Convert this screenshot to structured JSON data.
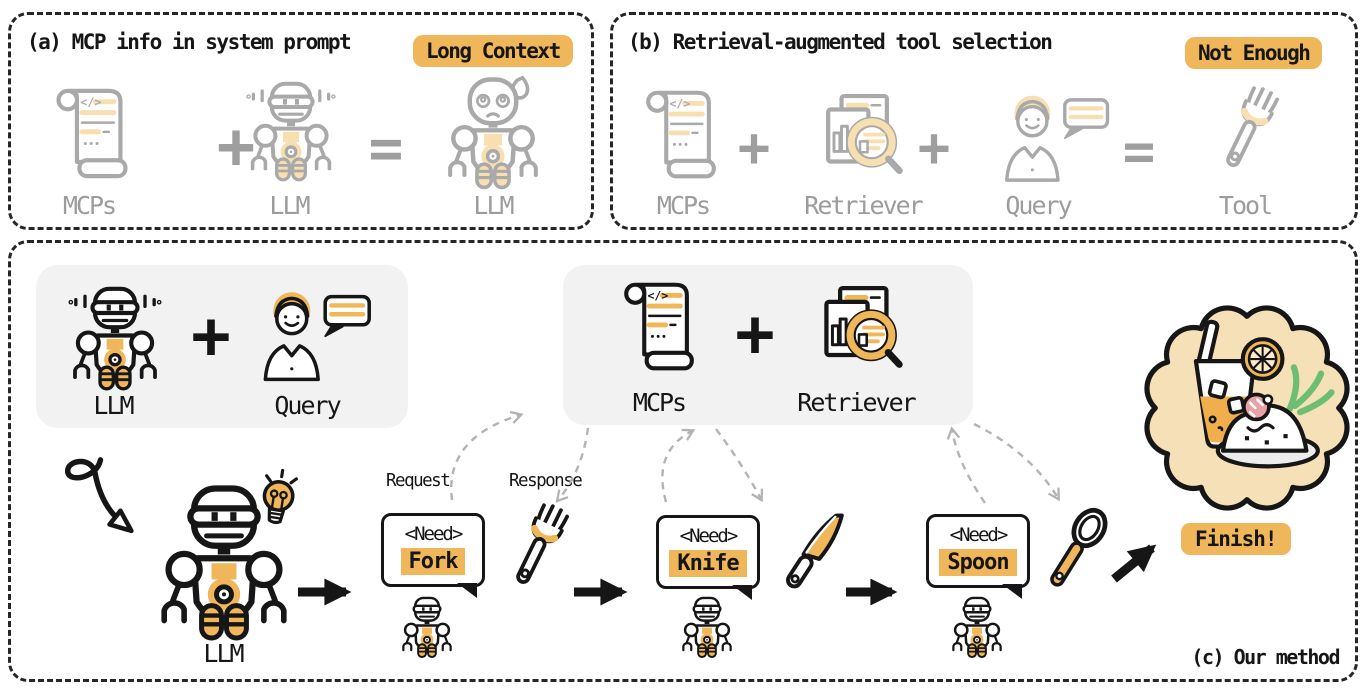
{
  "colors": {
    "accent": "#EFB65A",
    "accent_light": "#F7DFB2",
    "gray_icon": "#A9A9A9",
    "gray_label": "#9C9C9C",
    "ink": "#161616",
    "box_bg": "#F2F2F2",
    "arrow_gray": "#B3B3B3",
    "meal_bg": "#F5E0B8",
    "green": "#6CBE74",
    "pink": "#E8A1A6",
    "plate": "#ECECEC"
  },
  "symbols": {
    "plus": "+",
    "equals": "="
  },
  "icons": {
    "mcps": "scroll-code-icon",
    "llm": "robot-icon",
    "llm_overloaded": "dizzy-robot-icon",
    "retriever": "documents-magnifier-icon",
    "query": "person-speech-icon",
    "fork": "fork-icon",
    "knife": "knife-icon",
    "spoon": "spoon-icon",
    "idea": "lightbulb-icon",
    "start": "curly-arrow-icon",
    "meal": "meal-plate-icon"
  },
  "panel_a": {
    "title": "(a) MCP info in system prompt",
    "badge": "Long Context",
    "mcps_label": "MCPs",
    "llm_label": "LLM",
    "llm_result_label": "LLM"
  },
  "panel_b": {
    "title": "(b) Retrieval-augmented tool selection",
    "badge": "Not Enough",
    "mcps_label": "MCPs",
    "retriever_label": "Retriever",
    "query_label": "Query",
    "tool_label": "Tool"
  },
  "panel_c": {
    "caption": "(c) Our method",
    "llm_box": {
      "llm_label": "LLM",
      "query_label": "Query"
    },
    "mcp_box": {
      "mcps_label": "MCPs",
      "retriever_label": "Retriever"
    },
    "llm_label": "LLM",
    "request_label": "Request",
    "response_label": "Response",
    "steps": [
      {
        "tag": "<Need>",
        "item": "Fork"
      },
      {
        "tag": "<Need>",
        "item": "Knife"
      },
      {
        "tag": "<Need>",
        "item": "Spoon"
      }
    ],
    "finish_label": "Finish!"
  }
}
